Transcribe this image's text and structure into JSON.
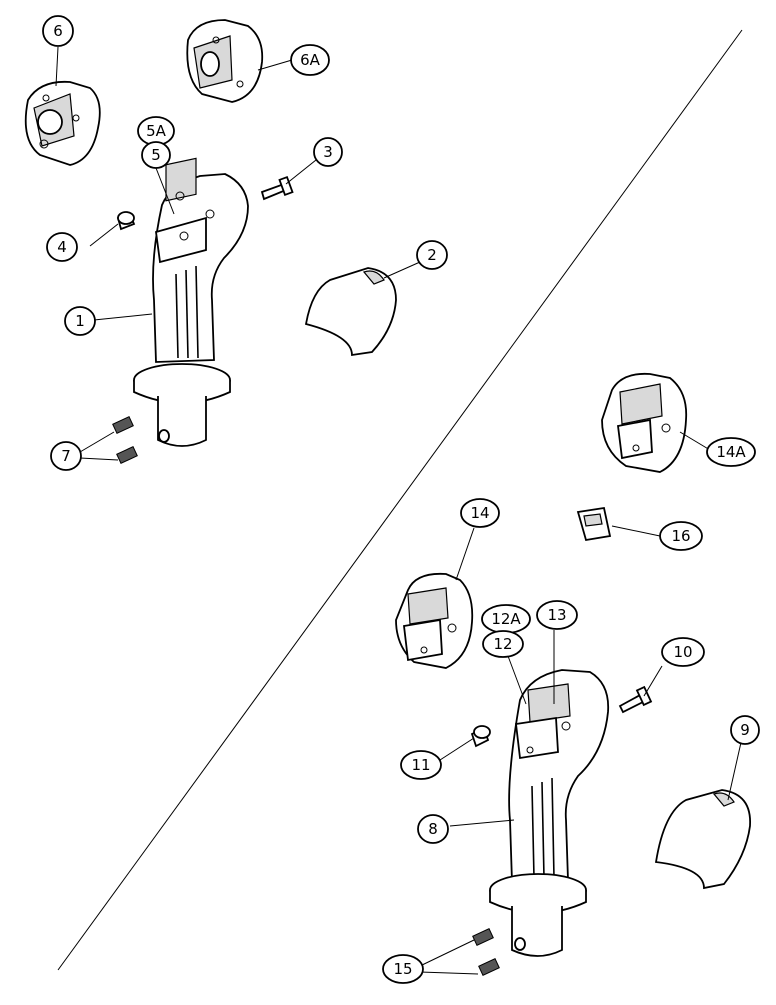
{
  "callouts": [
    {
      "id": "c6",
      "text": "6"
    },
    {
      "id": "c6a",
      "text": "6A"
    },
    {
      "id": "c5a",
      "text": "5A"
    },
    {
      "id": "c5",
      "text": "5"
    },
    {
      "id": "c3",
      "text": "3"
    },
    {
      "id": "c4",
      "text": "4"
    },
    {
      "id": "c2",
      "text": "2"
    },
    {
      "id": "c1",
      "text": "1"
    },
    {
      "id": "c7",
      "text": "7"
    },
    {
      "id": "c14a",
      "text": "14A"
    },
    {
      "id": "c16",
      "text": "16"
    },
    {
      "id": "c14",
      "text": "14"
    },
    {
      "id": "c12a",
      "text": "12A"
    },
    {
      "id": "c12",
      "text": "12"
    },
    {
      "id": "c13",
      "text": "13"
    },
    {
      "id": "c10",
      "text": "10"
    },
    {
      "id": "c11",
      "text": "11"
    },
    {
      "id": "c9",
      "text": "9"
    },
    {
      "id": "c8",
      "text": "8"
    },
    {
      "id": "c15",
      "text": "15"
    }
  ]
}
